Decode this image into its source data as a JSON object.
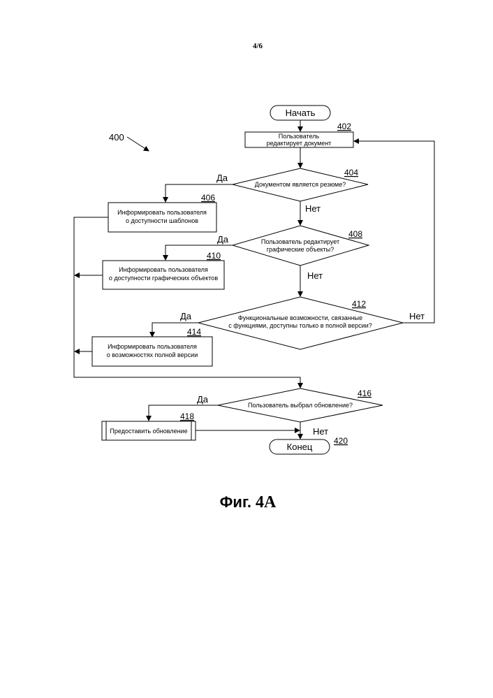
{
  "page_number": "4/6",
  "figure_ref": "400",
  "figure_caption": {
    "prefix": "Фиг.",
    "number": "4A"
  },
  "nodes": {
    "start": {
      "label": "Начать"
    },
    "n402": {
      "ref": "402",
      "line1": "Пользователь",
      "line2": "редактирует документ"
    },
    "n404": {
      "ref": "404",
      "line1": "Документом является резюме?"
    },
    "n406": {
      "ref": "406",
      "line1": "Информировать пользователя",
      "line2": "о доступности шаблонов"
    },
    "n408": {
      "ref": "408",
      "line1": "Пользователь редактирует",
      "line2": "графические объекты?"
    },
    "n410": {
      "ref": "410",
      "line1": "Информировать пользователя",
      "line2": "о доступности графических объектов"
    },
    "n412": {
      "ref": "412",
      "line1": "Функциональные возможности, связанные",
      "line2": "с функциями, доступны только в полной версии?"
    },
    "n414": {
      "ref": "414",
      "line1": "Информировать пользователя",
      "line2": "о возможностях полной версии"
    },
    "n416": {
      "ref": "416",
      "line1": "Пользователь выбрал обновление?"
    },
    "n418": {
      "ref": "418",
      "line1": "Предоставить обновление"
    },
    "end": {
      "ref": "420",
      "label": "Конец"
    }
  },
  "edge_labels": {
    "yes_404": "Да",
    "no_404": "Нет",
    "yes_408": "Да",
    "no_408": "Нет",
    "yes_412": "Да",
    "no_412": "Нет",
    "yes_416": "Да",
    "no_416": "Нет"
  }
}
